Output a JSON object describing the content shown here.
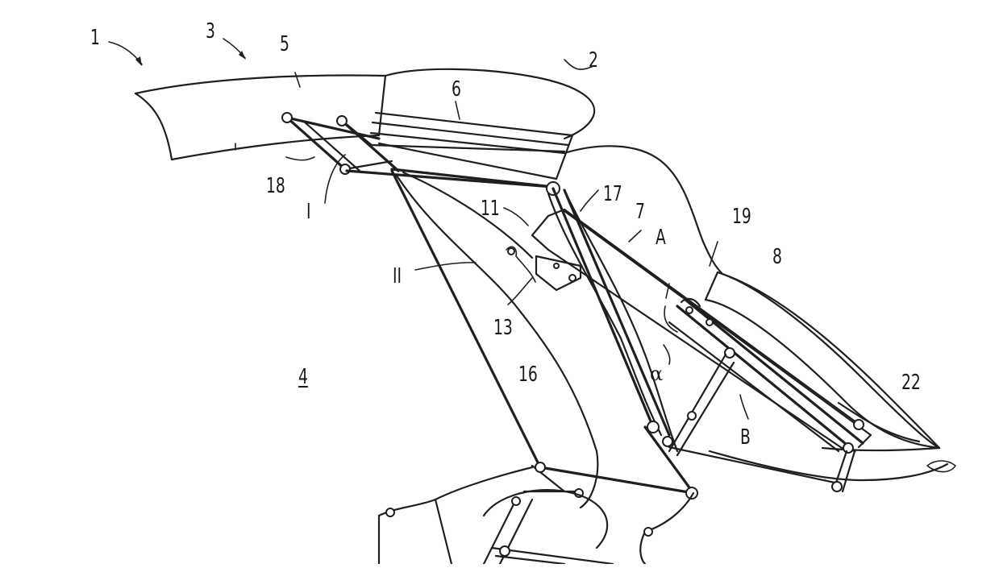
{
  "figure": {
    "labels": {
      "l1": "1",
      "l3": "3",
      "l5": "5",
      "l2": "2",
      "l6": "6",
      "l18": "18",
      "lI": "I",
      "l17": "17",
      "l11": "11",
      "l7": "7",
      "lA": "A",
      "l19": "19",
      "l8": "8",
      "lII": "II",
      "l13": "13",
      "lalpha": "α",
      "l16": "16",
      "l4": "4",
      "l22": "22",
      "lB": "B"
    }
  }
}
